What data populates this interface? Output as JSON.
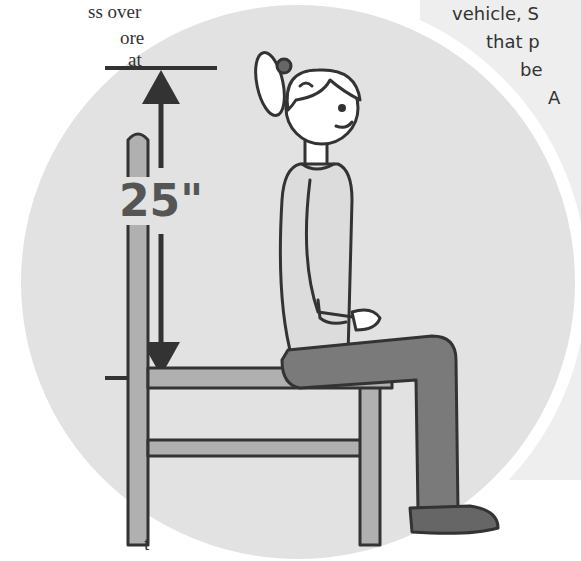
{
  "diagram": {
    "labels": [
      "ss over",
      "ore",
      "at",
      "t",
      "vehicle, S",
      "that p",
      "be",
      "A",
      "25\""
    ]
  }
}
